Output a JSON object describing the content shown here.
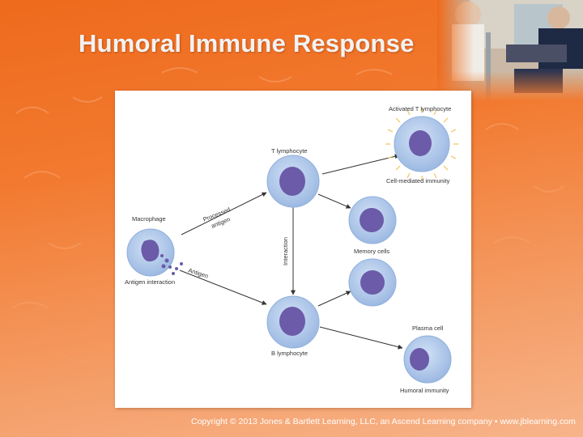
{
  "slide": {
    "title": "Humoral Immune Response",
    "copyright": "Copyright © 2013 Jones & Bartlett Learning, LLC, an Ascend Learning company • www.jblearning.com"
  },
  "colors": {
    "background": "#ee6a1c",
    "cell_membrane": "#a9c4ea",
    "cell_nucleus": "#6b5ba8",
    "arrow": "#333333"
  },
  "figure": {
    "labels": {
      "activated_t_lymphocyte": "Activated T lymphocyte",
      "t_lymphocyte": "T lymphocyte",
      "cell_mediated_immunity": "Cell-mediated immunity",
      "macrophage": "Macrophage",
      "processed": "Processed",
      "antigen_processed": "antigen",
      "interaction": "Interaction",
      "memory_cells": "Memory cells",
      "antigen": "Antigen",
      "antigen_interaction": "Antigen interaction",
      "plasma_cell": "Plasma cell",
      "b_lymphocyte": "B lymphocyte",
      "humoral_immunity": "Humoral immunity"
    }
  }
}
